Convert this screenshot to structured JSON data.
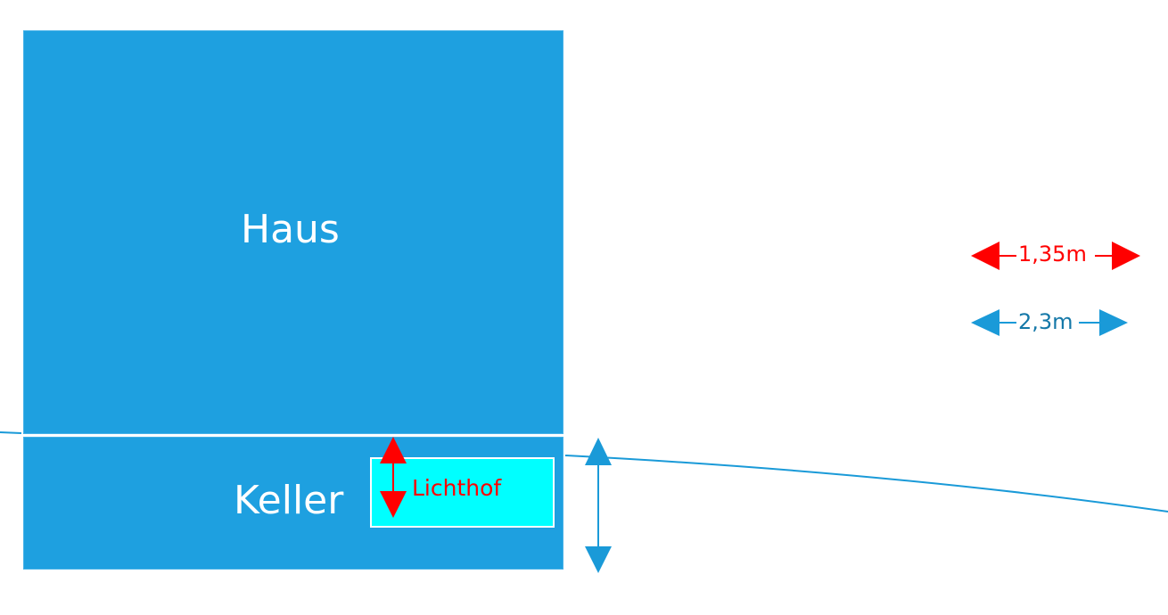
{
  "diagram": {
    "colors": {
      "building": "#1ea0e0",
      "lichthof": "#00ffff",
      "accent_red": "#ff0000",
      "accent_blue": "#1a9ad8",
      "blue_text": "#1478a8",
      "background": "#ffffff"
    },
    "blocks": {
      "haus": {
        "label": "Haus"
      },
      "keller": {
        "label": "Keller"
      },
      "lichthof": {
        "label": "Lichthof"
      }
    },
    "legend": {
      "red_dimension": {
        "label": "1,35m",
        "icon": "double-arrow-horizontal"
      },
      "blue_dimension": {
        "label": "2,3m",
        "icon": "double-arrow-horizontal"
      }
    },
    "annotations": {
      "lichthof_depth_arrow": {
        "icon": "double-arrow-vertical",
        "color": "red"
      },
      "keller_depth_arrow": {
        "icon": "double-arrow-vertical",
        "color": "blue"
      },
      "ground_line": {
        "icon": "terrain-slope-line"
      }
    }
  }
}
